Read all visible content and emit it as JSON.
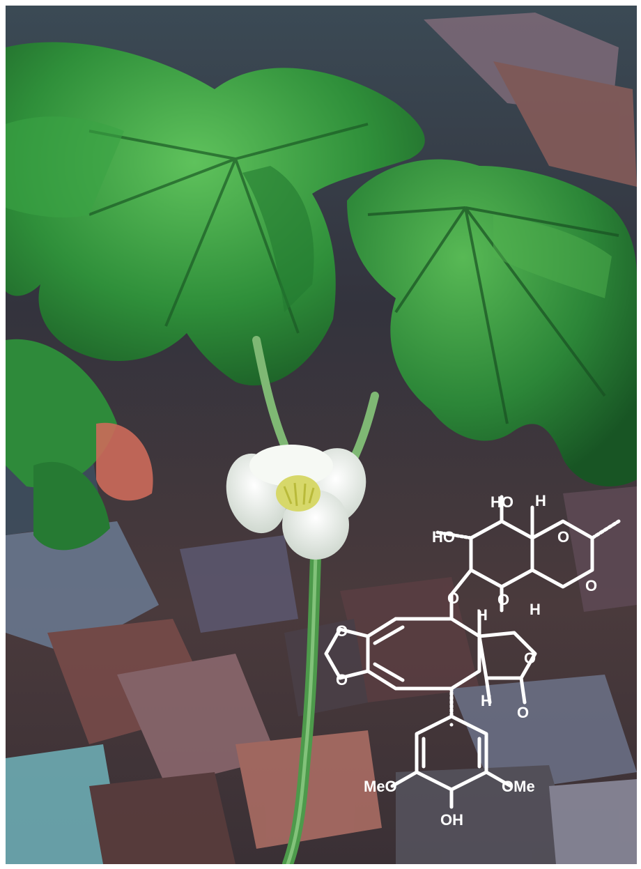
{
  "molecule": {
    "labels": {
      "ho_top": "HO",
      "ho_left": "HO",
      "h_top_right": "H",
      "o_ring_top": "O",
      "o_ring_right": "O",
      "o_pyran": "O",
      "h_bottom_right": "H",
      "o_glycoside": "O",
      "h_bridge_top": "H",
      "o_dioxole_top": "O",
      "o_dioxole_bottom": "O",
      "o_lactone": "O",
      "h_bridge_bottom": "H",
      "o_carbonyl": "O",
      "meo": "MeO",
      "ome": "OMe",
      "oh": "OH"
    }
  },
  "colors": {
    "leaf_dark": "#1f6b2a",
    "leaf_mid": "#2f8f3a",
    "leaf_light": "#5bbf5a",
    "forest_floor": "#3a3540",
    "flower": "#eef2ee",
    "structure": "#ffffff"
  }
}
